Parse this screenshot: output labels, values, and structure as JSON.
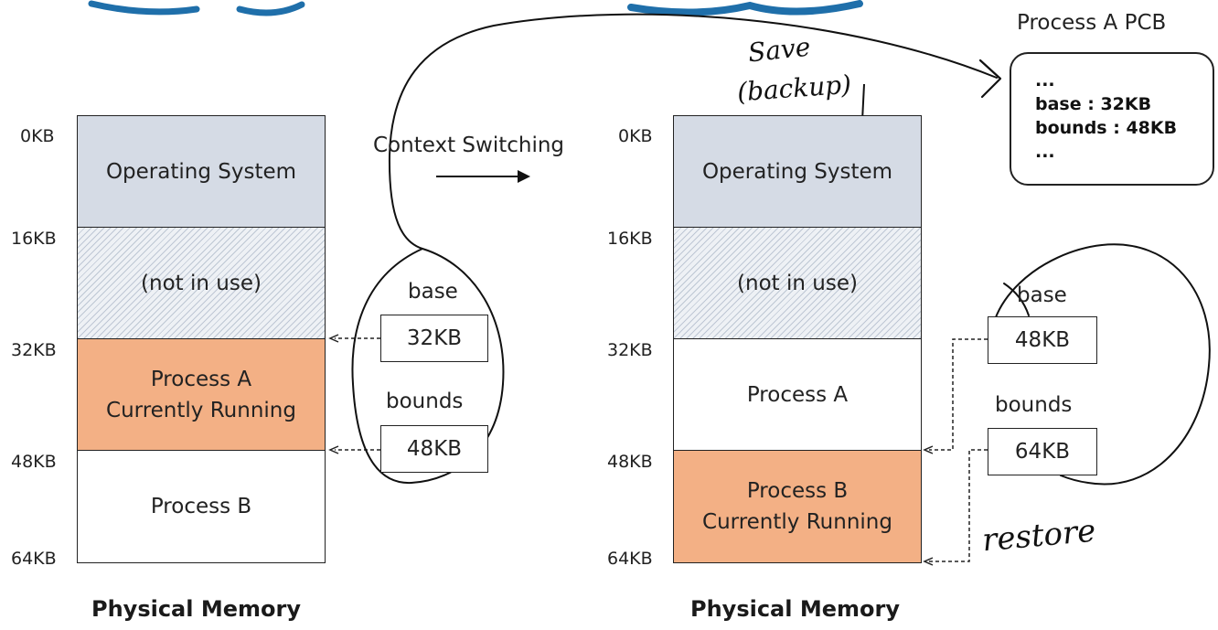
{
  "left": {
    "addresses": [
      "0KB",
      "16KB",
      "32KB",
      "48KB",
      "64KB"
    ],
    "segments": {
      "os": "Operating System",
      "free": "(not in use)",
      "proc_a_line1": "Process A",
      "proc_a_line2": "Currently Running",
      "proc_b": "Process B"
    },
    "registers": {
      "base_label": "base",
      "base_value": "32KB",
      "bounds_label": "bounds",
      "bounds_value": "48KB"
    },
    "caption": "Physical Memory"
  },
  "context_switch_label": "Context Switching",
  "right": {
    "addresses": [
      "0KB",
      "16KB",
      "32KB",
      "48KB",
      "64KB"
    ],
    "segments": {
      "os": "Operating System",
      "free": "(not in use)",
      "proc_a": "Process A",
      "proc_b_line1": "Process B",
      "proc_b_line2": "Currently Running"
    },
    "registers": {
      "base_label": "base",
      "base_value": "48KB",
      "bounds_label": "bounds",
      "bounds_value": "64KB"
    },
    "caption": "Physical Memory"
  },
  "pcb": {
    "title": "Process A PCB",
    "lines": [
      "...",
      "base : 32KB",
      "bounds : 48KB",
      "..."
    ]
  },
  "annotations": {
    "save": "Save",
    "backup": "(backup)",
    "restore": "restore"
  }
}
